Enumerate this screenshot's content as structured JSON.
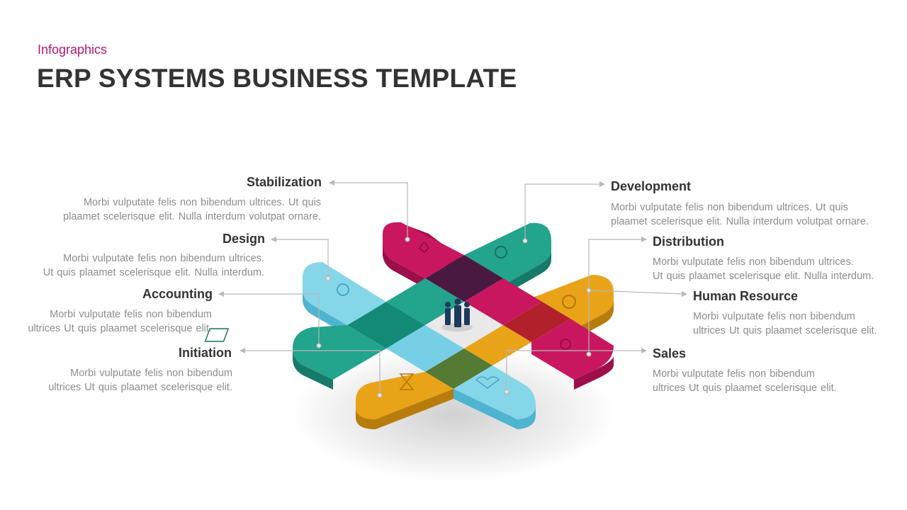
{
  "header": {
    "subtitle": "Infographics",
    "title": "ERP SYSTEMS BUSINESS TEMPLATE"
  },
  "items": [
    {
      "label": "Stabilization",
      "line1": "Morbi vulputate  felis non bibendum ultrices. Ut quis",
      "line2": "plaamet scelerisque elit. Nulla  interdum  volutpat  ornare.",
      "color": "#c8175f",
      "icon": "gear-icon"
    },
    {
      "label": "Development",
      "line1": "Morbi vulputate  felis non bibendum ultrices. Ut quis",
      "line2": "plaamet scelerisque elit. Nulla  interdum  volutpat  ornare.",
      "color": "#23a48c",
      "icon": "stopwatch-icon"
    },
    {
      "label": "Design",
      "line1": "Morbi vulputate  felis non bibendum ultrices.",
      "line2": "Ut quis plaamet scelerisque elit. Nulla  interdum.",
      "color": "#77cfe6",
      "icon": "lightbulb-icon"
    },
    {
      "label": "Distribution",
      "line1": "Morbi vulputate  felis non bibendum ultrices.",
      "line2": "Ut quis plaamet scelerisque elit. Nulla  interdum.",
      "color": "#e9a318",
      "icon": "gear-icon"
    },
    {
      "label": "Accounting",
      "line1": "Morbi vulputate  felis non bibendum",
      "line2": "ultrices Ut quis plaamet scelerisque elit.",
      "color": "#23a48c",
      "icon": "calculator-icon"
    },
    {
      "label": "Human Resource",
      "line1": "Morbi vulputate  felis non bibendum",
      "line2": "ultrices Ut quis plaamet scelerisque elit.",
      "color": "#c8175f",
      "icon": "people-icon"
    },
    {
      "label": "Initiation",
      "line1": "Morbi vulputate  felis non bibendum",
      "line2": "ultrices Ut quis plaamet scelerisque elit.",
      "color": "#e9a318",
      "icon": "hourglass-icon"
    },
    {
      "label": "Sales",
      "line1": "Morbi vulputate  felis non bibendum",
      "line2": "ultrices Ut quis plaamet scelerisque elit.",
      "color": "#77cfe6",
      "icon": "handshake-icon"
    }
  ]
}
